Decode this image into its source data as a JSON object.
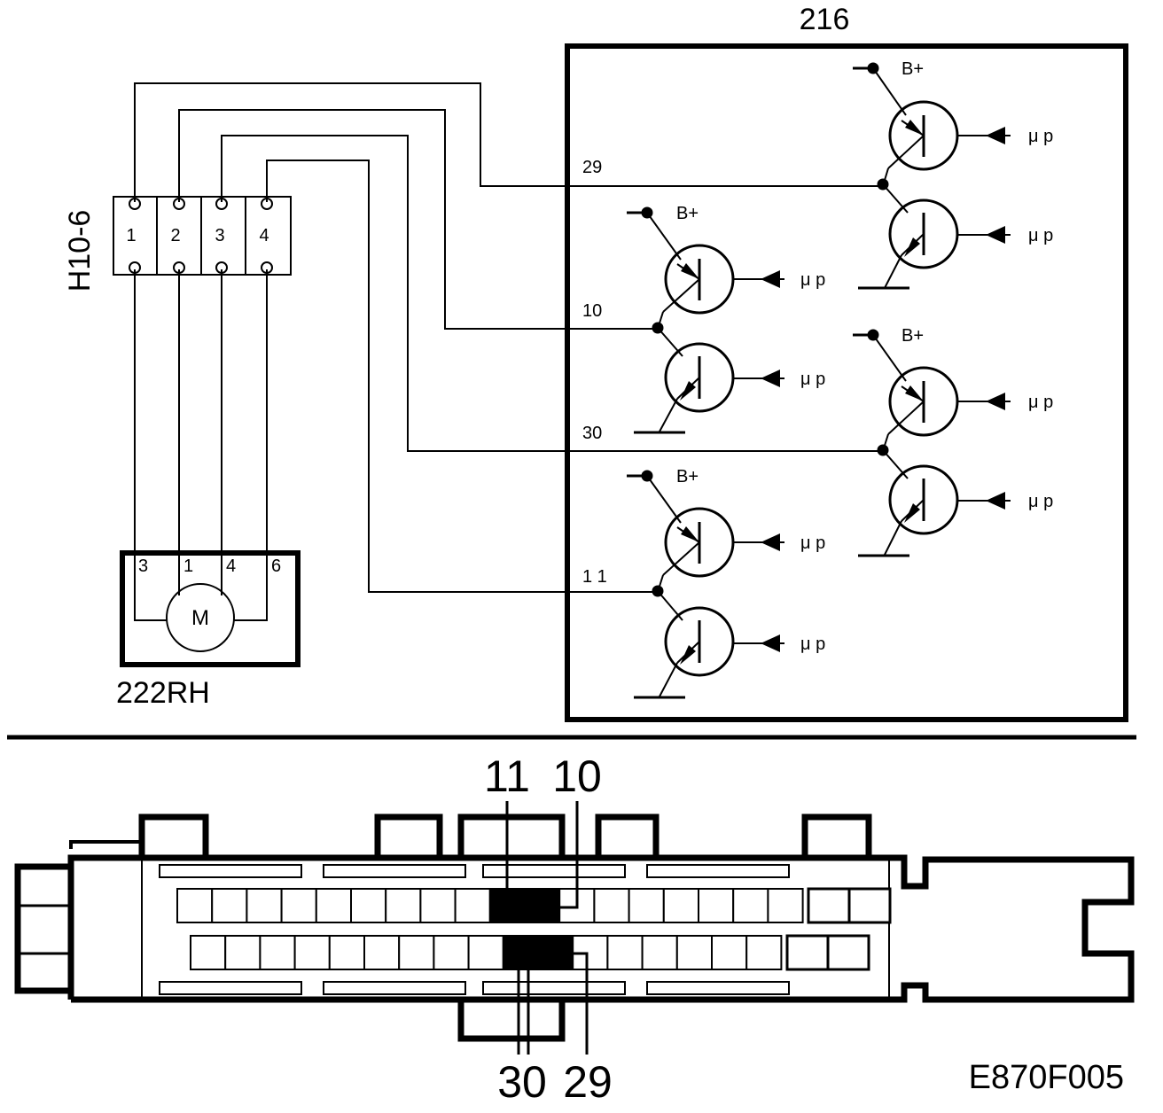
{
  "module": {
    "id": "216"
  },
  "connector": {
    "id": "H10-6",
    "pins": [
      "1",
      "2",
      "3",
      "4"
    ]
  },
  "motor": {
    "id": "222RH",
    "symbol": "M",
    "terminals": [
      "3",
      "1",
      "4",
      "6"
    ]
  },
  "labels": {
    "supply": "B+",
    "control": "μ p"
  },
  "pins": {
    "p29": "29",
    "p10": "10",
    "p30": "30",
    "p11": "1 1"
  },
  "plug": {
    "top_left": "11",
    "top_right": "10",
    "bottom_left": "30",
    "bottom_right": "29"
  },
  "figure_id": "E870F005"
}
